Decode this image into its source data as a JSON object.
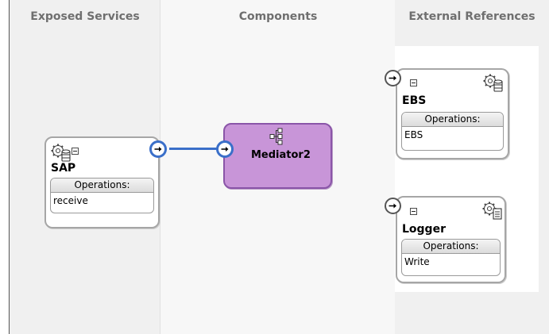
{
  "lanes": {
    "exposed_services": "Exposed Services",
    "components": "Components",
    "external_references": "External References"
  },
  "services": [
    {
      "name": "SAP",
      "ops_label": "Operations:",
      "operation": "receive",
      "icon": "gear-database-icon"
    }
  ],
  "components": [
    {
      "name": "Mediator2",
      "icon": "mediator-routing-icon",
      "color": "#c895d8"
    }
  ],
  "references": [
    {
      "name": "EBS",
      "ops_label": "Operations:",
      "operation": "EBS",
      "icon": "gear-database-icon"
    },
    {
      "name": "Logger",
      "ops_label": "Operations:",
      "operation": "Write",
      "icon": "gear-document-icon"
    }
  ],
  "colors": {
    "wire": "#3a6fc9",
    "lane_bg": "#f0f0f0",
    "mediator_border": "#8a55a8"
  }
}
